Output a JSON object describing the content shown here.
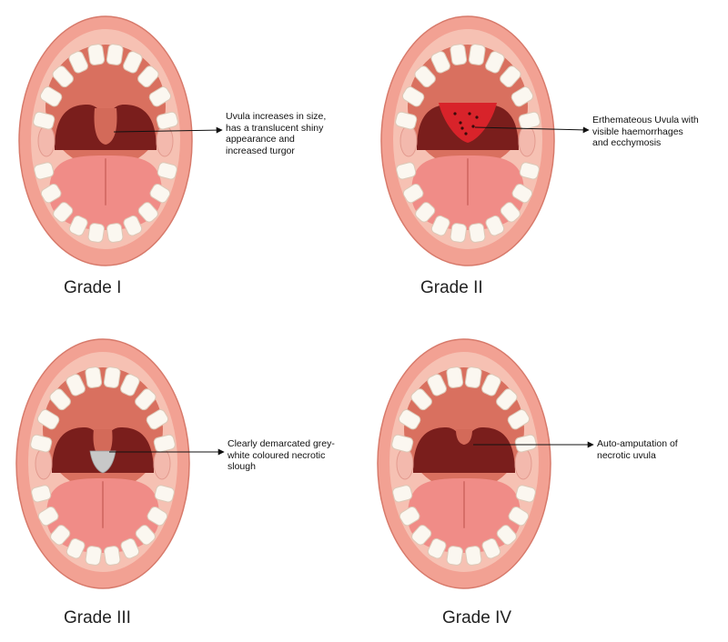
{
  "panels": [
    {
      "grade": "Grade I",
      "description": "Uvula increases in size,\nhas a translucent shiny\nappearance and\nincreased turgor",
      "lesion": "swollen"
    },
    {
      "grade": "Grade II",
      "description": "Erthemateous Uvula with\nvisible haemorrhages\nand ecchymosis",
      "lesion": "haemorrhagic"
    },
    {
      "grade": "Grade III",
      "description": "Clearly demarcated grey-\nwhite coloured necrotic\nslough",
      "lesion": "necrotic"
    },
    {
      "grade": "Grade IV",
      "description": "Auto-amputation of\nnecrotic uvula",
      "lesion": "amputated"
    }
  ],
  "colors": {
    "lip": "#f2a193",
    "lip_outline": "#d77a6b",
    "cavity": "#f6c1b3",
    "palate": "#d9705f",
    "throat": "#7a1e1c",
    "uvula": "#d36a59",
    "tonsil": "#f3b9ad",
    "tongue": "#f08c87",
    "tongue_groove": "#d66e68",
    "tooth": "#fbf7f0",
    "tooth_outline": "#dcc9b8",
    "haemorrhage": "#d8232a",
    "slough": "#c8c8c8",
    "arrow": "#111111"
  }
}
